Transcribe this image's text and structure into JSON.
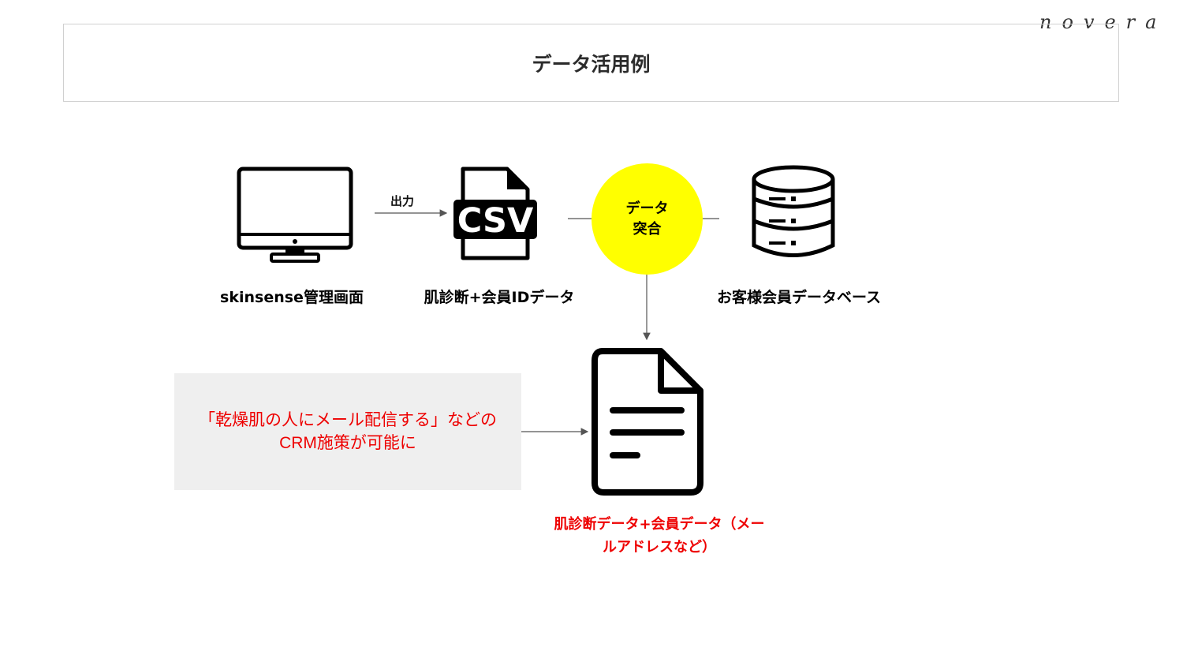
{
  "brand": "novera",
  "title": "データ活用例",
  "colors": {
    "accent_circle": "#ffff00",
    "highlight_text": "#ee0000",
    "note_background": "#efefef",
    "line": "#555555"
  },
  "nodes": {
    "admin": {
      "label": "skinsense管理画面",
      "icon": "monitor-icon"
    },
    "csv": {
      "label": "肌診断+会員IDデータ",
      "icon": "csv-file-icon",
      "icon_text": "CSV"
    },
    "merge": {
      "line1": "データ",
      "line2": "突合"
    },
    "database": {
      "label": "お客様会員データベース",
      "icon": "database-icon"
    },
    "result": {
      "line1": "肌診断データ+会員データ（メー",
      "line2": "ルアドレスなど）",
      "icon": "document-icon"
    }
  },
  "edges": {
    "output_label": "出力"
  },
  "note": {
    "line1": "「乾燥肌の人にメール配信する」などの",
    "line2": "CRM施策が可能に"
  }
}
